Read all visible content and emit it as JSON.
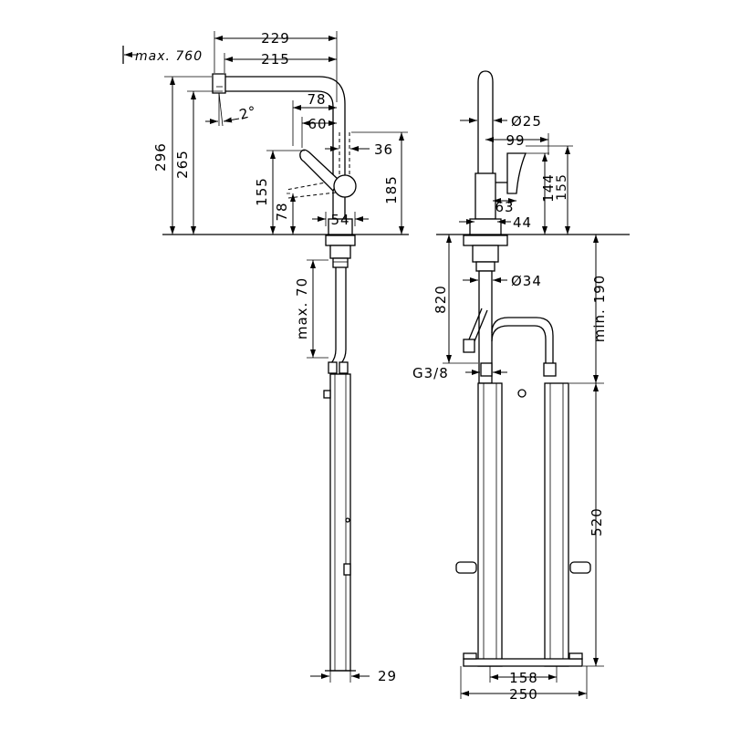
{
  "side_view": {
    "width_229": "229",
    "width_215": "215",
    "max_760": "max. 760",
    "angle": "2°",
    "d78_top": "78",
    "d60": "60",
    "d36": "36",
    "h296": "296",
    "h265": "265",
    "h155": "155",
    "h78": "78",
    "h185": "185",
    "d54": "54",
    "max_70": "max. 70",
    "d29": "29"
  },
  "front_view": {
    "dia25": "Ø25",
    "d99": "99",
    "h144": "144",
    "h155": "155",
    "d63": "63",
    "d44": "44",
    "h820": "820",
    "dia34": "Ø34",
    "min_190": "min. 190",
    "thread": "G3/8",
    "h520": "520",
    "d158": "158",
    "d250": "250"
  }
}
